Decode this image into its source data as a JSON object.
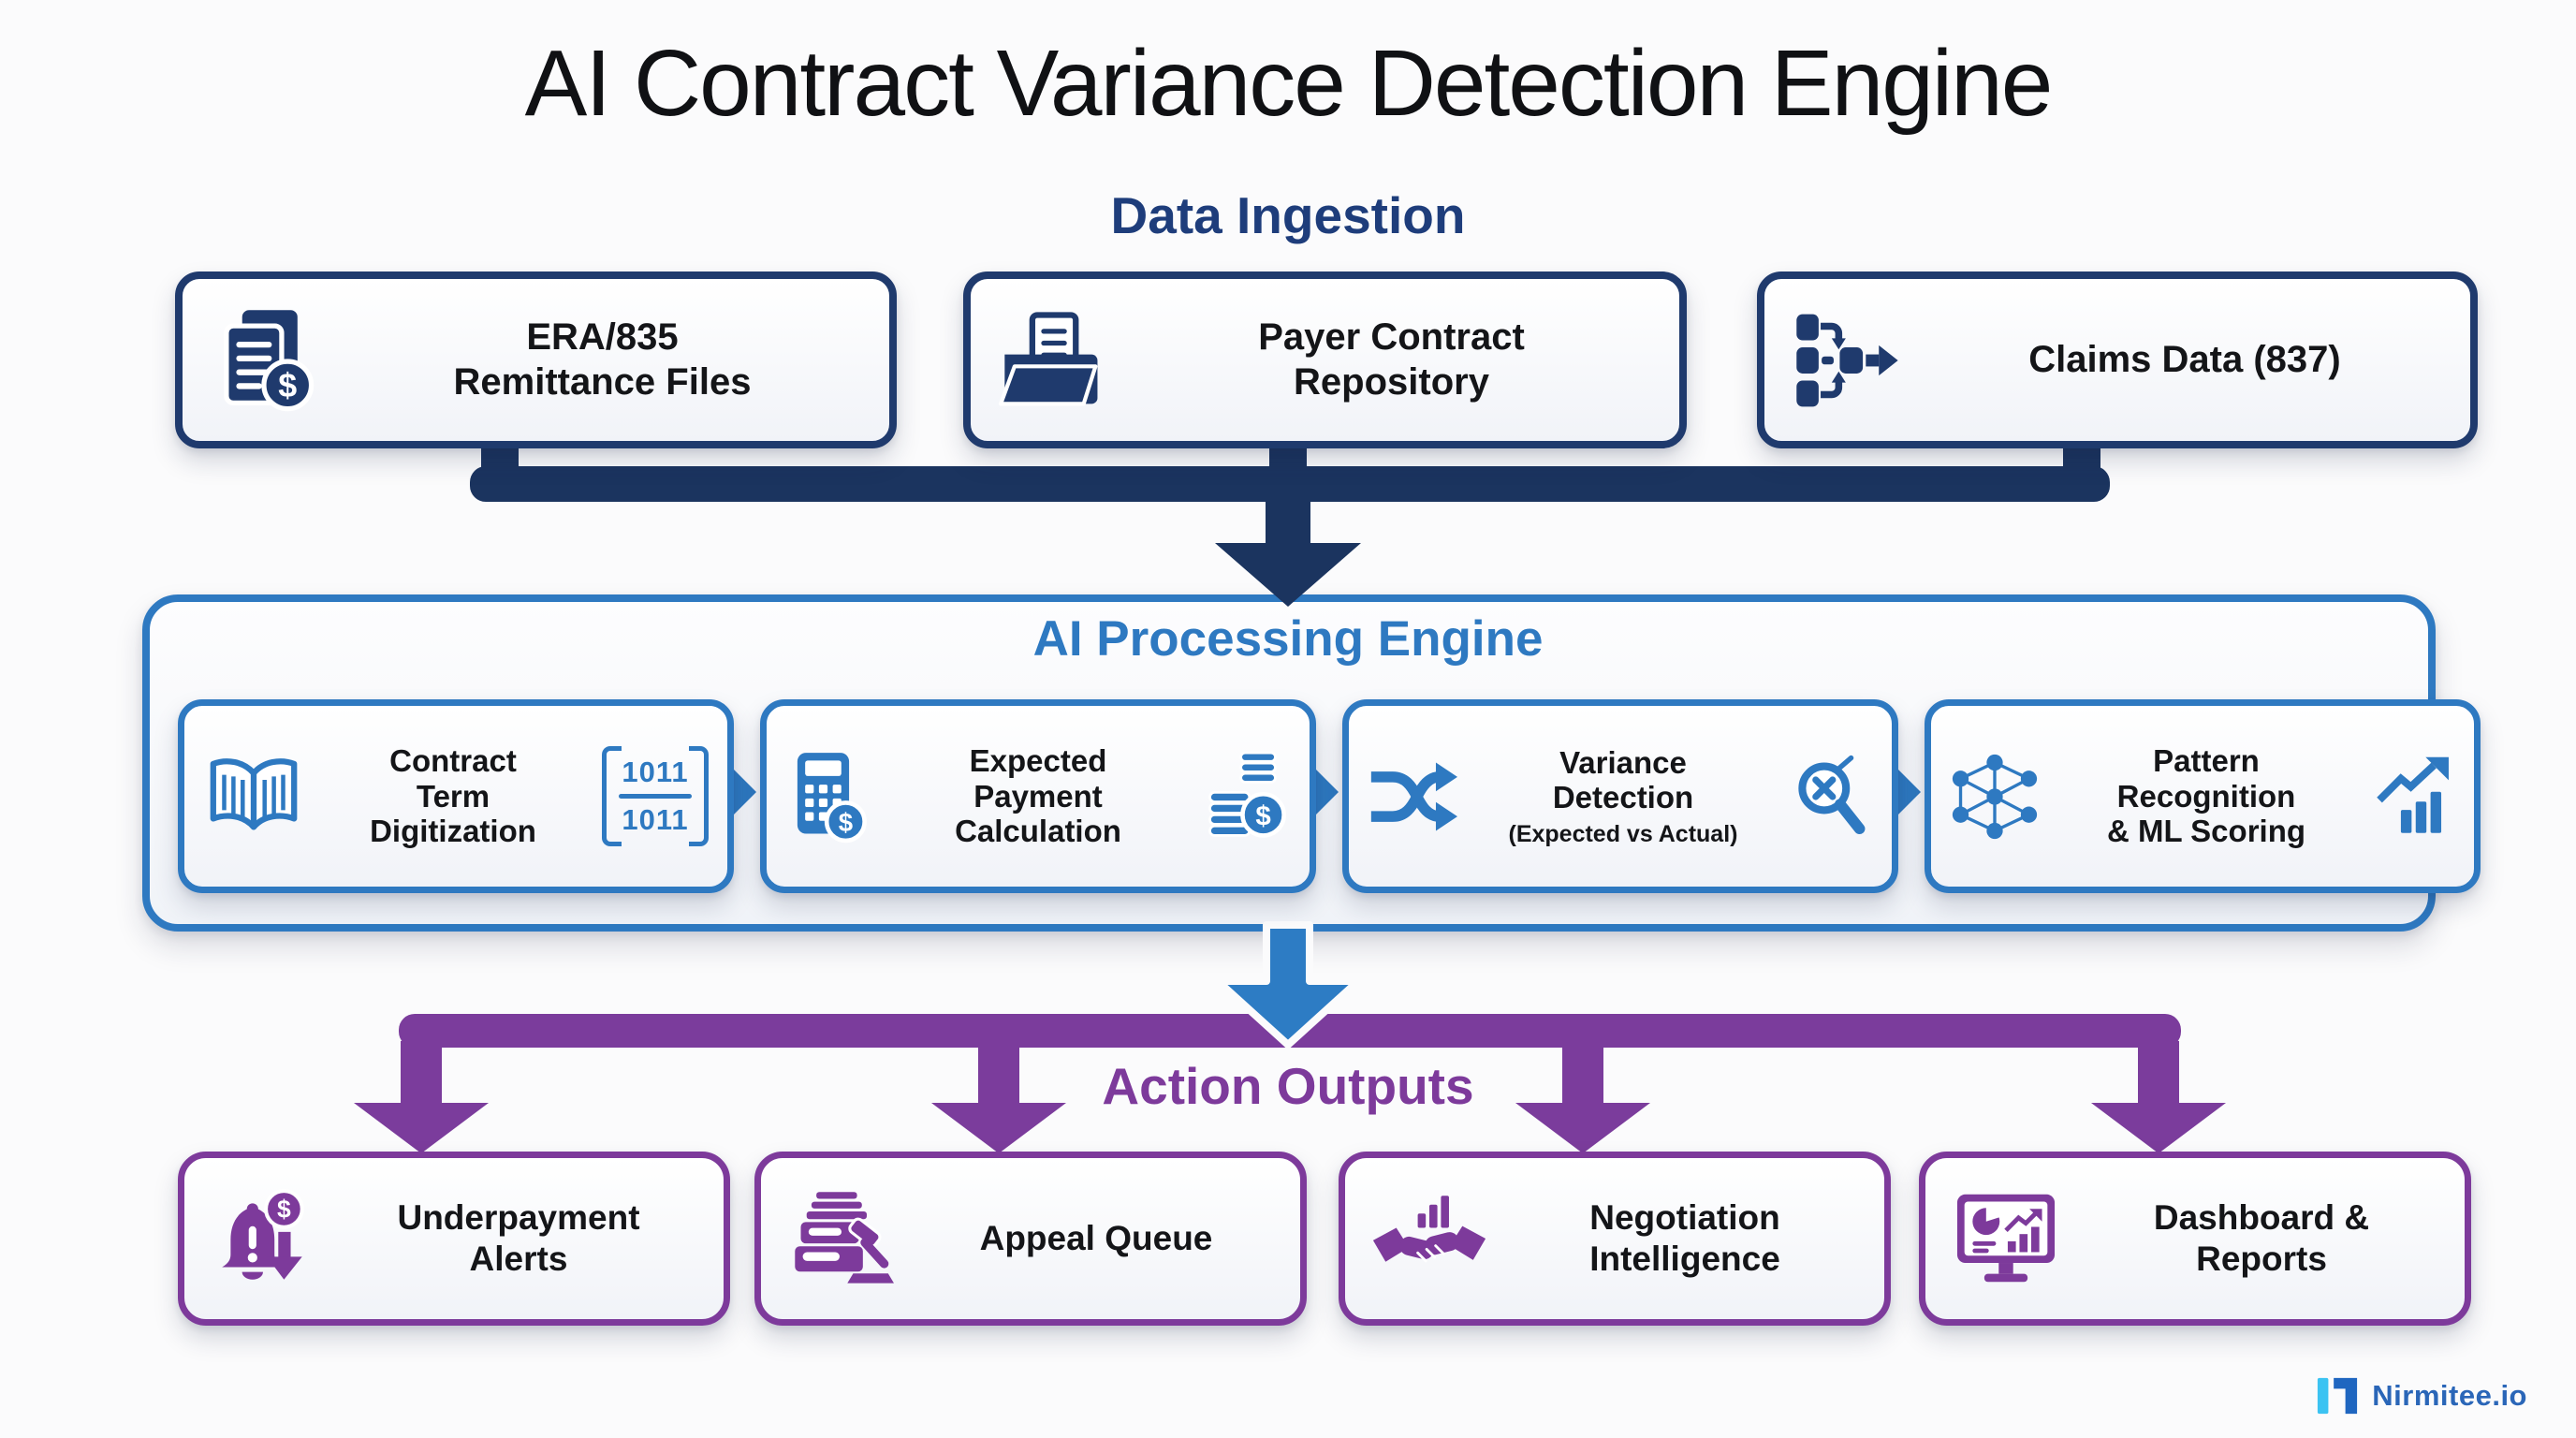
{
  "title": "AI Contract Variance Detection Engine",
  "glyphs": {
    "dollar": "$"
  },
  "ingestion": {
    "heading": "Data Ingestion",
    "color": "#1e3d7b",
    "nodes": [
      {
        "icon": "documents-dollar-icon",
        "lines": [
          "ERA/835",
          "Remittance Files"
        ]
      },
      {
        "icon": "contract-folder-icon",
        "lines": [
          "Payer Contract",
          "Repository"
        ]
      },
      {
        "icon": "claims-flow-icon",
        "lines": [
          "Claims Data (837)"
        ]
      }
    ]
  },
  "processing": {
    "heading": "AI Processing Engine",
    "color": "#2e79c1",
    "nodes": [
      {
        "icon": "open-book-icon",
        "lines": [
          "Contract",
          "Term",
          "Digitization"
        ],
        "binary": [
          "1011",
          "1011"
        ]
      },
      {
        "icon": "calculator-dollar-icon",
        "icon_right": "coins-stack-icon",
        "lines": [
          "Expected",
          "Payment",
          "Calculation"
        ]
      },
      {
        "icon": "shuffle-arrows-icon",
        "icon_right": "magnifier-x-icon",
        "lines": [
          "Variance",
          "Detection"
        ],
        "note": "(Expected vs Actual)"
      },
      {
        "icon": "neural-network-icon",
        "icon_right": "growth-chart-icon",
        "lines": [
          "Pattern",
          "Recognition",
          "& ML Scoring"
        ]
      }
    ]
  },
  "outputs": {
    "heading": "Action Outputs",
    "color": "#7d3a9b",
    "nodes": [
      {
        "icon": "alert-bell-dollar-icon",
        "lines": [
          "Underpayment",
          "Alerts"
        ]
      },
      {
        "icon": "appeal-gavel-tray-icon",
        "lines": [
          "Appeal Queue"
        ]
      },
      {
        "icon": "handshake-chart-icon",
        "lines": [
          "Negotiation",
          "Intelligence"
        ]
      },
      {
        "icon": "dashboard-monitor-icon",
        "lines": [
          "Dashboard &",
          "Reports"
        ]
      }
    ]
  },
  "brand": {
    "name": "Nirmitee.io",
    "color": "#2a66b8"
  }
}
